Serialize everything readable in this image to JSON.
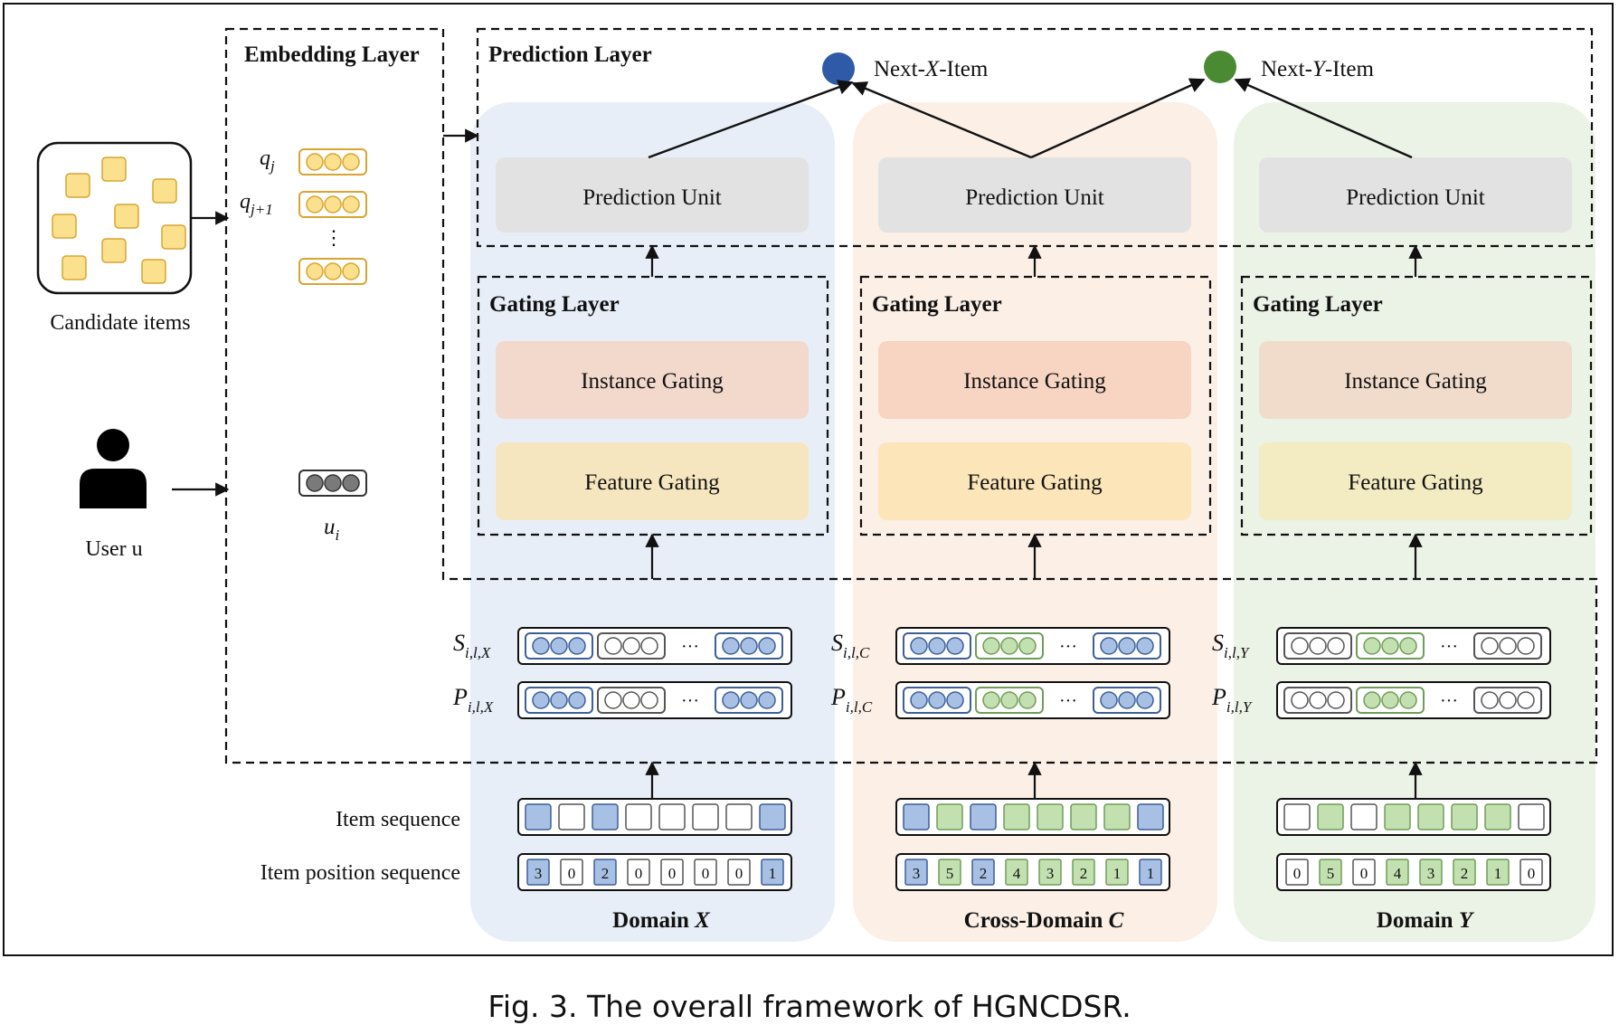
{
  "caption": "Fig. 3.  The overall framework of HGNCDSR.",
  "left": {
    "candidate_label": "Candidate items",
    "user_label": "User u",
    "q_j": "q",
    "q_j_sub": "j",
    "q_j1_sub": "j+1",
    "vdots": "⋮",
    "u_i": "u",
    "u_i_sub": "i"
  },
  "layers": {
    "embedding": "Embedding Layer",
    "prediction": "Prediction Layer",
    "gating": "Gating Layer"
  },
  "outputs": {
    "next_x_pre": "Next-",
    "next_x_var": "X",
    "next_x_post": "-Item",
    "next_y_pre": "Next-",
    "next_y_var": "Y",
    "next_y_post": "-Item",
    "next_x_color": "#2e5aa8",
    "next_y_color": "#4a8a32"
  },
  "units": {
    "prediction_unit": "Prediction  Unit",
    "instance_gating": "Instance  Gating",
    "feature_gating": "Feature  Gating"
  },
  "sequence_labels": {
    "item_sequence": "Item  sequence",
    "item_position_sequence": "Item  position  sequence"
  },
  "domains": [
    {
      "title_pre": "Domain ",
      "title_var": "X",
      "s_sym": "S",
      "s_sub": "i,l,X",
      "p_sym": "P",
      "p_sub": "i,l,X",
      "emb_groups": [
        "blue",
        "white",
        "blue"
      ],
      "item_seq": [
        "blue",
        "white",
        "blue",
        "white",
        "white",
        "white",
        "white",
        "blue"
      ],
      "pos_seq": [
        "3",
        "0",
        "2",
        "0",
        "0",
        "0",
        "0",
        "1"
      ],
      "pos_colors": [
        "blue",
        "white",
        "blue",
        "white",
        "white",
        "white",
        "white",
        "blue"
      ],
      "panel_color": "#e8eef7",
      "instance_color": "#f3d8cc",
      "feature_color": "#f5e6bf",
      "dots": "···"
    },
    {
      "title_pre": "Cross-Domain ",
      "title_var": "C",
      "s_sym": "S",
      "s_sub": "i,l,C",
      "p_sym": "P",
      "p_sub": "i,l,C",
      "emb_groups": [
        "blue",
        "green",
        "blue"
      ],
      "item_seq": [
        "blue",
        "green",
        "blue",
        "green",
        "green",
        "green",
        "green",
        "blue"
      ],
      "pos_seq": [
        "3",
        "5",
        "2",
        "4",
        "3",
        "2",
        "1",
        "1"
      ],
      "pos_colors": [
        "blue",
        "green",
        "blue",
        "green",
        "green",
        "green",
        "green",
        "blue"
      ],
      "panel_color": "#fbefe6",
      "instance_color": "#f8d5c3",
      "feature_color": "#fbe5b9",
      "dots": "···"
    },
    {
      "title_pre": "Domain ",
      "title_var": "Y",
      "s_sym": "S",
      "s_sub": "i,l,Y",
      "p_sym": "P",
      "p_sub": "i,l,Y",
      "emb_groups": [
        "white",
        "green",
        "white"
      ],
      "item_seq": [
        "white",
        "green",
        "white",
        "green",
        "green",
        "green",
        "green",
        "white"
      ],
      "pos_seq": [
        "0",
        "5",
        "0",
        "4",
        "3",
        "2",
        "1",
        "0"
      ],
      "pos_colors": [
        "white",
        "green",
        "white",
        "green",
        "green",
        "green",
        "green",
        "white"
      ],
      "panel_color": "#ebf2e6",
      "instance_color": "#f1dccb",
      "feature_color": "#f3ebc1",
      "dots": "···"
    }
  ]
}
